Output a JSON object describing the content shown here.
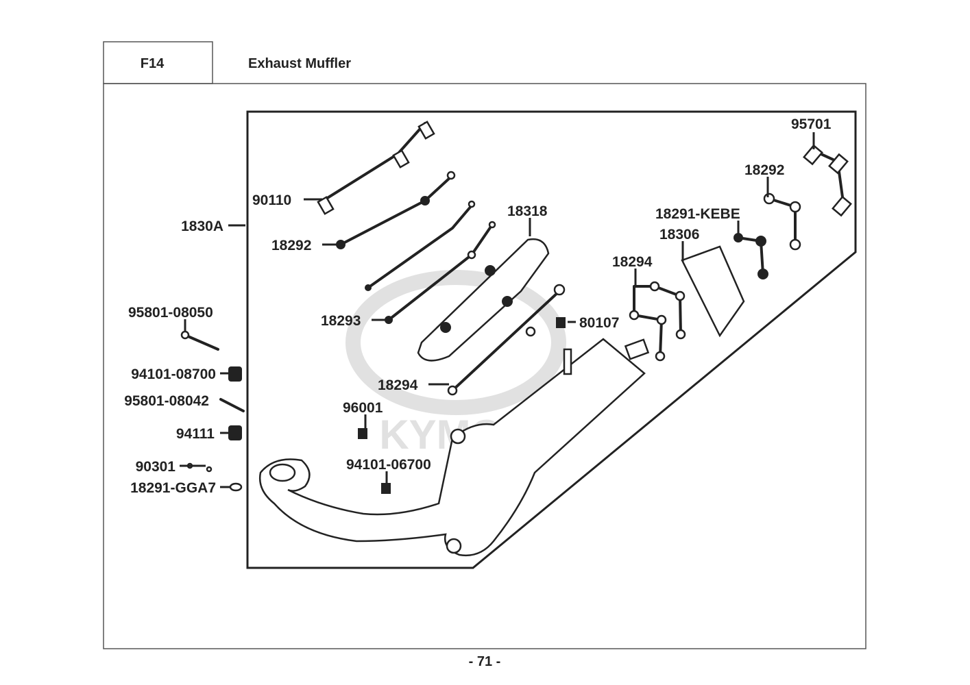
{
  "header": {
    "code": "F14",
    "title": "Exhaust Muffler"
  },
  "watermark": {
    "text": "KYMCO"
  },
  "footer": {
    "page_number": "- 71 -"
  },
  "callouts": {
    "c1830A": "1830A",
    "c90110": "90110",
    "c18292_left": "18292",
    "c18318": "18318",
    "c18293": "18293",
    "c18294_lower": "18294",
    "c96001": "96001",
    "c94101_06700": "94101-06700",
    "c80107": "80107",
    "c18294_upper": "18294",
    "c18306": "18306",
    "c18291_KEBE": "18291-KEBE",
    "c18292_right": "18292",
    "c95701": "95701",
    "c95801_08050": "95801-08050",
    "c94101_08700": "94101-08700",
    "c95801_08042": "95801-08042",
    "c94111": "94111",
    "c90301": "90301",
    "c18291_GGA7": "18291-GGA7"
  }
}
